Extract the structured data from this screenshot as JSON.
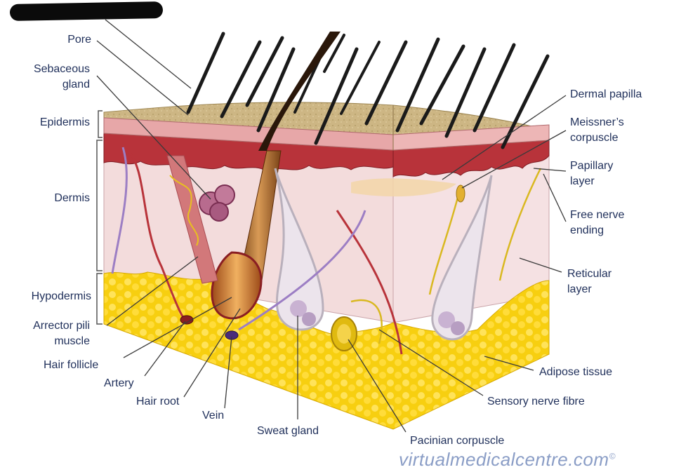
{
  "labels": {
    "pore": "Pore",
    "sebaceous_gland": "Sebaceous\ngland",
    "epidermis": "Epidermis",
    "dermis": "Dermis",
    "hypodermis": "Hypodermis",
    "arrector_pili": "Arrector pili\nmuscle",
    "hair_follicle": "Hair follicle",
    "artery": "Artery",
    "hair_root": "Hair root",
    "vein": "Vein",
    "sweat_gland": "Sweat gland",
    "pacinian": "Pacinian corpuscle",
    "dermal_papilla": "Dermal papilla",
    "meissner": "Meissner’s\ncorpuscle",
    "papillary_layer": "Papillary\nlayer",
    "free_nerve": "Free nerve\nending",
    "reticular_layer": "Reticular\nlayer",
    "adipose": "Adipose tissue",
    "sensory_nerve": "Sensory nerve fibre"
  },
  "watermark": {
    "text": "virtualmedicalcentre.com",
    "symbol": "©"
  },
  "colors": {
    "label_text": "#1f2f5a",
    "epidermis": "#c9b27a",
    "dermis": "#f2d6d8",
    "papillary": "#b5323a",
    "adipose": "#f5c800",
    "hair": "#1a1a1a",
    "follicle": "#c8782e",
    "nerve": "#d9b820",
    "vein": "#5a3c8a",
    "watermark": "#8a9dc6"
  }
}
